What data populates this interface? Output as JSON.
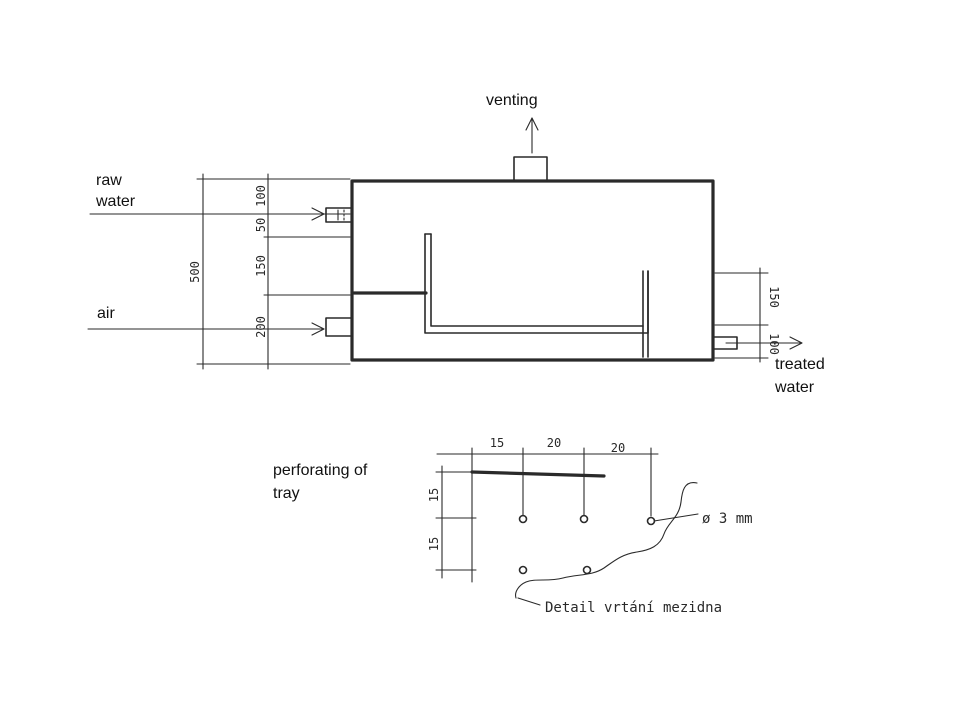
{
  "labels": {
    "venting": "venting",
    "raw_water_1": "raw",
    "raw_water_2": "water",
    "air": "air",
    "treated_water_1": "treated",
    "treated_water_2": "water",
    "perforating_1": "perforating of",
    "perforating_2": "tray"
  },
  "dimensions": {
    "total_height": "500",
    "d100_top": "100",
    "d50": "50",
    "d150_left": "150",
    "d200": "200",
    "d150_right": "150",
    "d100_right": "100",
    "detail_15_top": "15",
    "detail_20_a": "20",
    "detail_20_b": "20",
    "detail_15_side_a": "15",
    "detail_15_side_b": "15"
  },
  "notes": {
    "hole_diameter": "ø 3 mm",
    "detail_caption": "Detail vrtání mezidna"
  }
}
